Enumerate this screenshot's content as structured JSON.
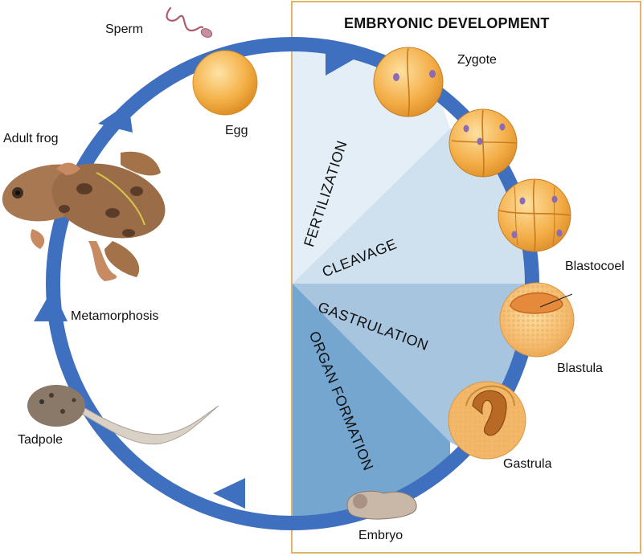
{
  "title": "EMBRYONIC DEVELOPMENT",
  "labels": {
    "sperm": "Sperm",
    "egg": "Egg",
    "adult_frog": "Adult frog",
    "metamorphosis": "Metamorphosis",
    "tadpole": "Tadpole",
    "embryo": "Embryo",
    "zygote": "Zygote",
    "blastocoel": "Blastocoel",
    "blastula": "Blastula",
    "gastrula": "Gastrula"
  },
  "stages": {
    "fertilization": "FERTILIZATION",
    "cleavage": "CLEAVAGE",
    "gastrulation": "GASTRULATION",
    "organ_formation": "ORGAN FORMATION"
  },
  "colors": {
    "cycle_arrow": "#3f6fbf",
    "panel_border": "#e2b469",
    "fertilization_fill": "#e3eef6",
    "cleavage_fill": "#cfe1ee",
    "gastrulation_fill": "#a8c5df",
    "organ_formation_fill": "#74a6cf",
    "egg": "#f3a93a"
  }
}
